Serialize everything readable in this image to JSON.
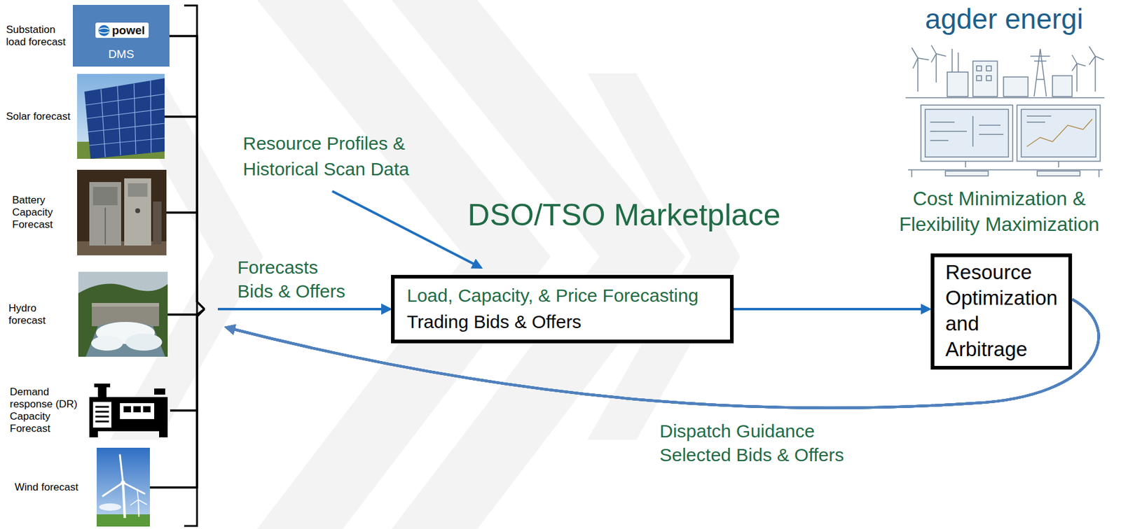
{
  "diagram": {
    "title": "DSO/TSO Marketplace",
    "nodes": [
      {
        "text": [
          "Substation load forecast",
          "powel",
          "DMS"
        ]
      },
      {
        "text": [
          "Solar forecast"
        ]
      },
      {
        "text": [
          "Battery Capacity Forecast"
        ]
      },
      {
        "text": [
          "Hydro forecast"
        ]
      },
      {
        "text": [
          "Demand response (DR) Capacity Forecast"
        ]
      },
      {
        "text": [
          "Wind forecast"
        ]
      },
      {
        "text": [
          "Load, Capacity, & Price Forecasting",
          "Trading Bids & Offers"
        ]
      },
      {
        "text": [
          "Resource Optimization and Arbitrage"
        ]
      }
    ],
    "edges": [
      {
        "from": 0,
        "to": 6,
        "arrow": "to"
      },
      {
        "from": 1,
        "to": 6,
        "arrow": "to"
      },
      {
        "from": 2,
        "to": 6,
        "arrow": "to"
      },
      {
        "from": 3,
        "to": 6,
        "label": "Forecasts Bids & Offers",
        "arrow": "to"
      },
      {
        "from": 4,
        "to": 6,
        "arrow": "to"
      },
      {
        "from": 5,
        "to": 6,
        "arrow": "to"
      },
      {
        "from": 6,
        "to": 7,
        "arrow": "to"
      },
      {
        "from": 7,
        "to": 0,
        "arrow": "to"
      },
      {
        "from": 7,
        "to": 1,
        "arrow": "to"
      },
      {
        "from": 7,
        "to": 2,
        "arrow": "to"
      },
      {
        "from": 7,
        "to": 3,
        "label": "Dispatch Guidance Selected Bids & Offers",
        "arrow": "to"
      },
      {
        "from": 7,
        "to": 4,
        "arrow": "to"
      },
      {
        "from": 7,
        "to": 5,
        "arrow": "to"
      }
    ],
    "labels": [
      "Resource Profiles & Historical Scan Data",
      "agder energi",
      "Cost Minimization & Flexibility Maximization"
    ]
  }
}
